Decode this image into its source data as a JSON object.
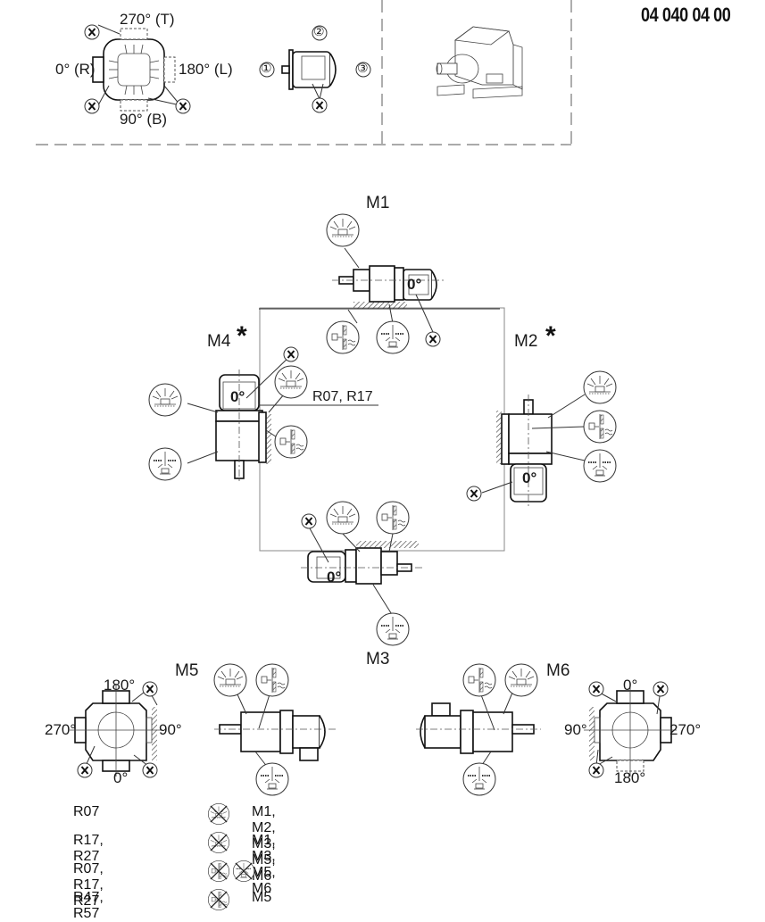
{
  "document_number": "04 040 04 00",
  "terminal_box_positions": {
    "top": "270° (T)",
    "left": "0° (R)",
    "right": "180° (L)",
    "bottom": "90° (B)",
    "marker": "X"
  },
  "cable_entry_positions": {
    "labels": [
      "①",
      "②",
      "③"
    ],
    "marker": "X"
  },
  "mounting_positions": {
    "M1": {
      "label": "M1",
      "motor_angle": "0°",
      "marker": "X",
      "asterisk": ""
    },
    "M2": {
      "label": "M2",
      "motor_angle": "0°",
      "marker": "X",
      "asterisk": "*"
    },
    "M3": {
      "label": "M3",
      "motor_angle": "0°",
      "marker": "X",
      "asterisk": ""
    },
    "M4": {
      "label": "M4",
      "motor_angle": "0°",
      "marker": "X",
      "asterisk": "*",
      "note": "R07, R17"
    },
    "M5": {
      "label": "M5",
      "angles": {
        "top": "180°",
        "left": "270°",
        "right": "90°",
        "bottom": "0°"
      },
      "marker": "X"
    },
    "M6": {
      "label": "M6",
      "angles": {
        "top": "0°",
        "left": "90°",
        "right": "270°",
        "bottom": "180°"
      },
      "marker": "X"
    }
  },
  "symbols": {
    "breather": "breather-valve-symbol",
    "oil_level": "oil-level-symbol",
    "drain": "oil-drain-symbol"
  },
  "legend": [
    {
      "models": "R07",
      "symbols": [
        "breather-crossed"
      ],
      "positions": "M1, M2, M3, M5, M6"
    },
    {
      "models": "R17, R27",
      "symbols": [
        "breather-crossed"
      ],
      "positions": "M1, M3, M5, M6"
    },
    {
      "models": "R07, R17, R27",
      "symbols": [
        "oil-level-crossed",
        "drain-crossed"
      ],
      "positions": ""
    },
    {
      "models": "R47, R57",
      "symbols": [
        "oil-level-crossed"
      ],
      "positions": "M5"
    }
  ]
}
